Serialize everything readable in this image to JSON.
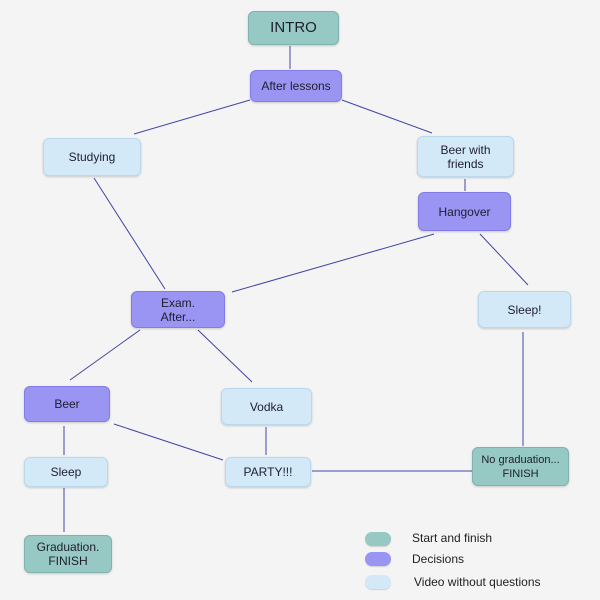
{
  "colors": {
    "terminal": "#96c8c4",
    "decision": "#9a94f2",
    "video": "#d3e9f8",
    "edge": "#3f46a6",
    "background": "#f4f4f4"
  },
  "nodes": {
    "intro": "INTRO",
    "after_lessons": "After lessons",
    "studying": "Studying",
    "beer_with_friends": "Beer with\nfriends",
    "hangover": "Hangover",
    "exam_after": "Exam.\nAfter...",
    "sleep_right": "Sleep!",
    "beer": "Beer",
    "vodka": "Vodka",
    "sleep_left": "Sleep",
    "party": "PARTY!!!",
    "no_graduation": "No graduation...\nFINISH",
    "graduation": "Graduation.\nFINISH"
  },
  "edges": [
    [
      "intro",
      "after_lessons"
    ],
    [
      "after_lessons",
      "studying"
    ],
    [
      "after_lessons",
      "beer_with_friends"
    ],
    [
      "beer_with_friends",
      "hangover"
    ],
    [
      "studying",
      "exam_after"
    ],
    [
      "hangover",
      "exam_after"
    ],
    [
      "hangover",
      "sleep_right"
    ],
    [
      "exam_after",
      "beer"
    ],
    [
      "exam_after",
      "vodka"
    ],
    [
      "beer",
      "sleep_left"
    ],
    [
      "beer",
      "party"
    ],
    [
      "vodka",
      "party"
    ],
    [
      "sleep_left",
      "graduation"
    ],
    [
      "sleep_right",
      "no_graduation"
    ],
    [
      "party",
      "no_graduation"
    ]
  ],
  "legend": {
    "start_finish": "Start and finish",
    "decisions": "Decisions",
    "video": "Video without questions"
  }
}
